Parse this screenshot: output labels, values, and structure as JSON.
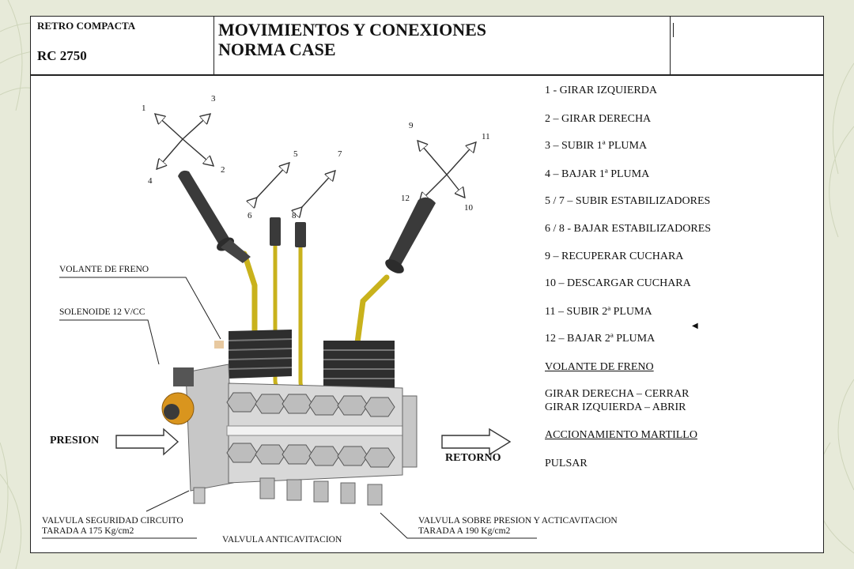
{
  "header": {
    "subtitle": "RETRO COMPACTA",
    "model": "RC 2750",
    "title_line1": "MOVIMIENTOS Y CONEXIONES",
    "title_line2": "NORMA CASE"
  },
  "legend": {
    "items": [
      "1 - GIRAR IZQUIERDA",
      "2 – GIRAR DERECHA",
      "3 – SUBIR 1ª PLUMA",
      "4 – BAJAR 1ª PLUMA",
      "5 / 7 – SUBIR ESTABILIZADORES",
      "6 / 8 - BAJAR ESTABILIZADORES",
      "9 – RECUPERAR CUCHARA",
      "10 – DESCARGAR CUCHARA",
      "11 – SUBIR 2ª PLUMA",
      "12 – BAJAR 2ª PLUMA"
    ],
    "brake_heading": "VOLANTE DE FRENO",
    "brake_line1": "GIRAR DERECHA – CERRAR",
    "brake_line2": "GIRAR IZQUIERDA – ABRIR",
    "hammer_heading": "ACCIONAMIENTO MARTILLO",
    "hammer_action": "PULSAR"
  },
  "diagram": {
    "numbers": [
      "1",
      "2",
      "3",
      "4",
      "5",
      "6",
      "7",
      "8",
      "9",
      "10",
      "11",
      "12"
    ],
    "labels": {
      "volante_freno": "VOLANTE DE FRENO",
      "solenoide": "SOLENOIDE 12 V/CC",
      "presion": "PRESION",
      "retorno": "RETORNO",
      "valvula_seguridad_1": "VALVULA SEGURIDAD CIRCUITO",
      "valvula_seguridad_2": "TARADA A 175 Kg/cm2",
      "valvula_anticavitacion": "VALVULA ANTICAVITACION",
      "valvula_sobre_1": "VALVULA SOBRE PRESION Y ACTICAVITACION",
      "valvula_sobre_2": "TARADA A 190 Kg/cm2"
    },
    "colors": {
      "rod_yellow": "#c9b21c",
      "handle_dark": "#3a3a3a",
      "body_gray": "#cfcfcf",
      "solenoid_orange": "#d9951e"
    }
  }
}
